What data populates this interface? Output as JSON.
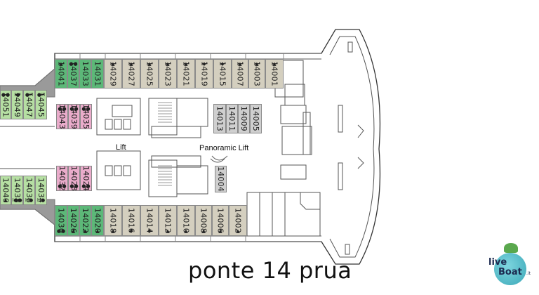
{
  "title": "ponte 14 prua",
  "labels": {
    "lift": "Lift",
    "panoramic_lift": "Panoramic Lift"
  },
  "logo": {
    "line1": "live",
    "line2": "Boat",
    "suffix": ".it"
  },
  "legend_colors": {
    "suite_green": "#5cb878",
    "balcony_lightgreen": "#b6dfa3",
    "inside_pink": "#eaaccb",
    "oceanview_beige": "#d4cfbf",
    "inside_grey": "#cfcfcf"
  },
  "cabins": {
    "top_row_green": [
      {
        "num": "14041",
        "mark": "▲"
      },
      {
        "num": "14037",
        "mark": "●●"
      },
      {
        "num": "14033",
        "mark": ""
      },
      {
        "num": "14031",
        "mark": ""
      }
    ],
    "top_row_beige": [
      {
        "num": "14029",
        "mark": "▲"
      },
      {
        "num": "14027",
        "mark": "▲"
      },
      {
        "num": "14025",
        "mark": "▲"
      },
      {
        "num": "14023",
        "mark": "▲"
      },
      {
        "num": "14021",
        "mark": "▲"
      },
      {
        "num": "14019",
        "mark": "◆"
      },
      {
        "num": "14015",
        "mark": "◆"
      },
      {
        "num": "14007",
        "mark": "▲"
      },
      {
        "num": "14003",
        "mark": "▲"
      },
      {
        "num": "14001",
        "mark": "▲"
      }
    ],
    "top_aft_lightgreen": [
      {
        "num": "14051",
        "mark": "●●"
      },
      {
        "num": "14049",
        "mark": "I●"
      },
      {
        "num": "14047",
        "mark": "●H"
      },
      {
        "num": "14045",
        "mark": "●H"
      }
    ],
    "top_pink": [
      {
        "num": "14043",
        "mark": "●●"
      },
      {
        "num": "14039",
        "mark": "●●"
      },
      {
        "num": "14035",
        "mark": "●●"
      }
    ],
    "top_inner_grey": [
      {
        "num": "14013"
      },
      {
        "num": "14011"
      },
      {
        "num": "14009"
      },
      {
        "num": "14005"
      }
    ],
    "bottom_aft_lightgreen": [
      {
        "num": "14040",
        "mark": "▲"
      },
      {
        "num": "14038",
        "mark": "I●●"
      },
      {
        "num": "14036",
        "mark": "H●"
      },
      {
        "num": "14034",
        "mark": "H●"
      }
    ],
    "bottom_pink": [
      {
        "num": "14032",
        "mark": "●●"
      },
      {
        "num": "14028",
        "mark": "●●"
      },
      {
        "num": "14024",
        "mark": "●●"
      }
    ],
    "bottom_row_green": [
      {
        "num": "14030",
        "mark": "●●"
      },
      {
        "num": "14026",
        "mark": "▲"
      },
      {
        "num": "14022",
        "mark": "▲"
      },
      {
        "num": "14020",
        "mark": "▲"
      }
    ],
    "bottom_row_beige": [
      {
        "num": "14018",
        "mark": "▲"
      },
      {
        "num": "14016",
        "mark": "◆"
      },
      {
        "num": "14014",
        "mark": "◆"
      },
      {
        "num": "14012",
        "mark": "▲"
      },
      {
        "num": "14010",
        "mark": "▲"
      },
      {
        "num": "14008",
        "mark": "▲"
      },
      {
        "num": "14006",
        "mark": "▲"
      },
      {
        "num": "14002",
        "mark": "▲"
      }
    ],
    "bottom_inner_grey": [
      {
        "num": "14004"
      }
    ]
  }
}
